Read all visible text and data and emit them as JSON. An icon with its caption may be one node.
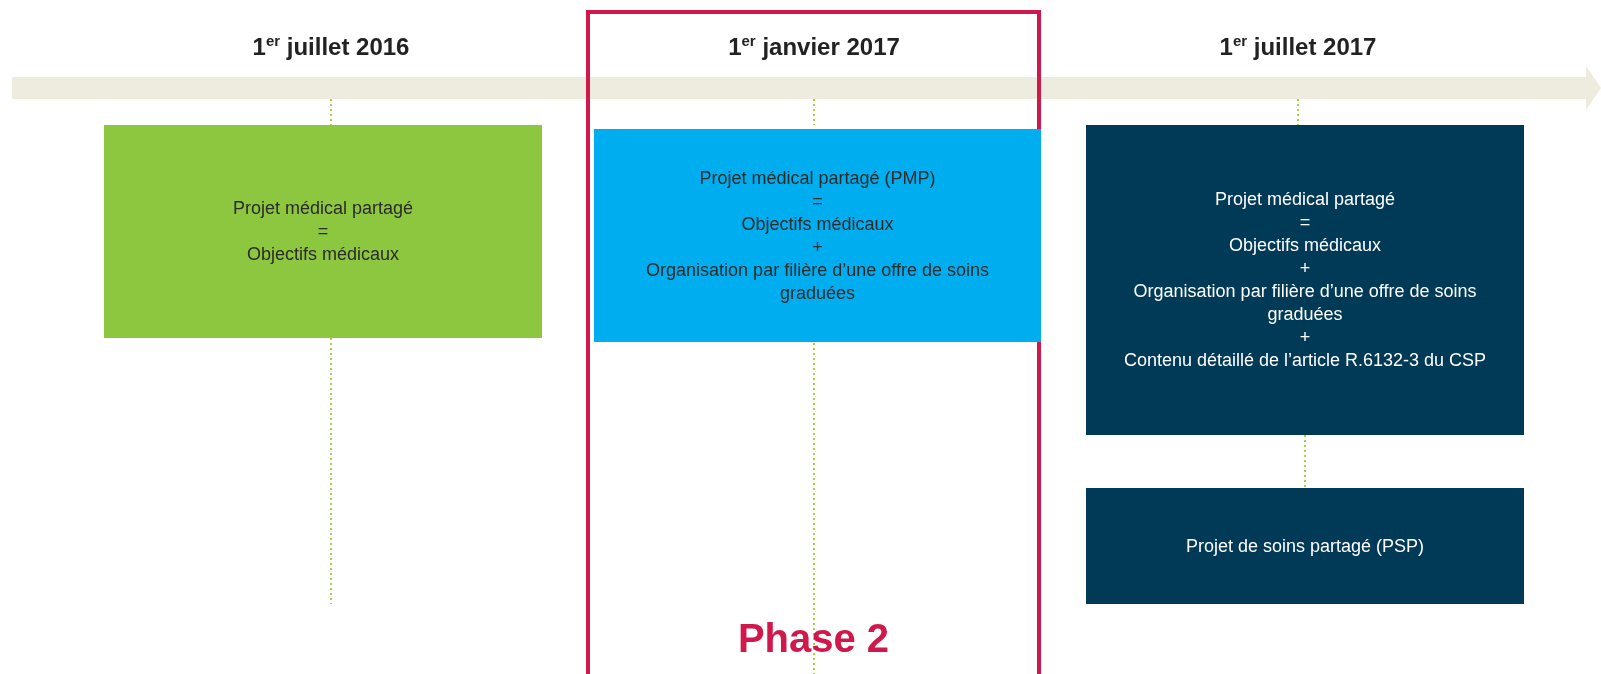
{
  "diagram": {
    "nodes": [
      {
        "text": [
          "Projet médical partagé",
          "=",
          "Objectifs médicaux"
        ]
      },
      {
        "text": [
          "Phase 2"
        ]
      },
      {
        "text": [
          "Projet médical partagé (PMP)",
          "=",
          "Objectifs médicaux",
          "+",
          "Organisation par filière d’une offre de soins graduées"
        ],
        "in": 1
      },
      {
        "text": [
          "Projet médical partagé",
          "=",
          "Objectifs médicaux",
          "+",
          "Organisation par filière d’une offre de soins graduées",
          "+",
          "Contenu détaillé de l’article R.6132-3 du CSP"
        ]
      },
      {
        "text": [
          "Projet de soins partagé (PSP)"
        ]
      }
    ],
    "edges": [
      {
        "from": 3,
        "to": 4,
        "arrow": "none",
        "style": "dashed",
        "color": "#a8cf45"
      }
    ],
    "labels": [
      "1$^{er}$ juillet 2016",
      "1$^{er}$ janvier 2017",
      "1$^{er}$ juillet 2017"
    ]
  }
}
